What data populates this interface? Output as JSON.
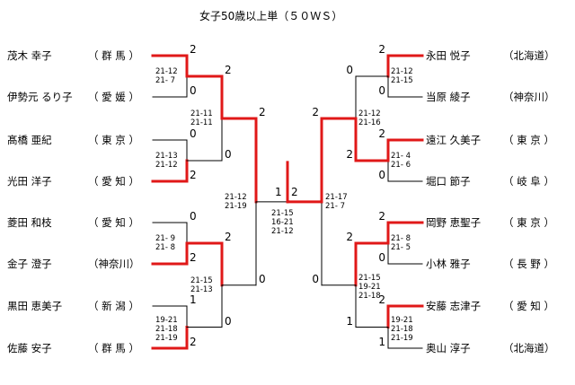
{
  "title": "女子50歳以上単（５０ＷＳ）",
  "left_players": [
    {
      "name": "茂木 幸子",
      "pref": "（ 群 馬 ）"
    },
    {
      "name": "伊勢元 るり子",
      "pref": "（ 愛 媛 ）"
    },
    {
      "name": "髙橋 亜紀",
      "pref": "（ 東 京 ）"
    },
    {
      "name": "光田 洋子",
      "pref": "（ 愛 知 ）"
    },
    {
      "name": "菱田 和枝",
      "pref": "（ 愛 知 ）"
    },
    {
      "name": "金子 澄子",
      "pref": "（神奈川）"
    },
    {
      "name": "黒田 恵美子",
      "pref": "（ 新 潟 ）"
    },
    {
      "name": "佐藤 安子",
      "pref": "（ 群 馬 ）"
    }
  ],
  "right_players": [
    {
      "name": "永田 悦子",
      "pref": "（北海道）"
    },
    {
      "name": "当原 綾子",
      "pref": "（神奈川）"
    },
    {
      "name": "遠江 久美子",
      "pref": "（ 東 京 ）"
    },
    {
      "name": "堀口 節子",
      "pref": "（ 岐 阜 ）"
    },
    {
      "name": "岡野 恵聖子",
      "pref": "（ 東 京 ）"
    },
    {
      "name": "小林 雅子",
      "pref": "（ 長 野 ）"
    },
    {
      "name": "安藤 志津子",
      "pref": "（ 愛 知 ）"
    },
    {
      "name": "奥山 淳子",
      "pref": "（北海道）"
    }
  ],
  "left_r1_results": [
    "2",
    "0",
    "0",
    "2",
    "0",
    "2",
    "1",
    "2"
  ],
  "right_r1_results": [
    "2",
    "0",
    "2",
    "0",
    "2",
    "0",
    "2",
    "1"
  ],
  "left_r1_scores": [
    [
      "21-12",
      "21- 7"
    ],
    [
      "21-13",
      "21-12"
    ],
    [
      "21- 9",
      "21- 8"
    ],
    [
      "19-21",
      "21-18",
      "21-19"
    ]
  ],
  "right_r1_scores": [
    [
      "21-12",
      "21-15"
    ],
    [
      "21- 4",
      "21- 6"
    ],
    [
      "21- 8",
      "21- 5"
    ],
    [
      "19-21",
      "21-18",
      "21-19"
    ]
  ],
  "left_r2_results": [
    "2",
    "0",
    "2",
    "0"
  ],
  "right_r2_results": [
    "0",
    "2",
    "2",
    "1"
  ],
  "left_r2_scores": [
    [
      "21-11",
      "21-11"
    ],
    [
      "21-15",
      "21-13"
    ]
  ],
  "right_r2_scores": [
    [
      "21-12",
      "21-16"
    ],
    [
      "21-15",
      "19-21",
      "21-18"
    ]
  ],
  "left_sf_results": [
    "2",
    "0"
  ],
  "right_sf_results": [
    "2",
    "0"
  ],
  "left_sf_score": [
    "21-12",
    "21-19"
  ],
  "right_sf_score": [
    "21-17",
    "21- 7"
  ],
  "final_results": [
    "1",
    "2"
  ],
  "final_score": [
    "21-15",
    "16-21",
    "21-12"
  ]
}
